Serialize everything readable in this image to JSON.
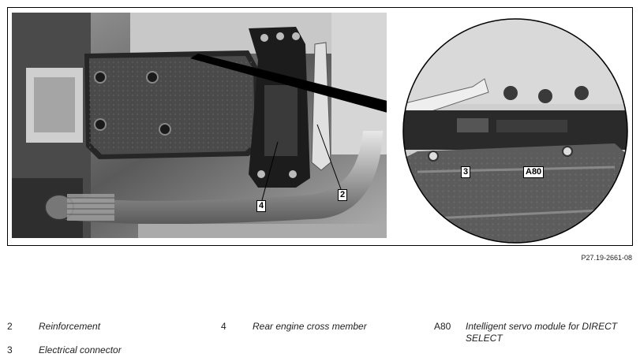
{
  "figure": {
    "reference": "P27.19-2661-08",
    "callouts": {
      "c2": "2",
      "c4": "4",
      "c3": "3",
      "cA80": "A80"
    }
  },
  "legend": [
    {
      "code": "2",
      "description": "Reinforcement"
    },
    {
      "code": "3",
      "description": "Electrical connector"
    },
    {
      "code": "4",
      "description": "Rear engine cross member"
    },
    {
      "code": "A80",
      "description": "Intelligent servo module for DIRECT SELECT"
    }
  ],
  "colors": {
    "photo_dark": "#1e1e1e",
    "photo_mid": "#8a8a8a",
    "photo_light": "#d8d8d8",
    "frame": "#000000"
  }
}
